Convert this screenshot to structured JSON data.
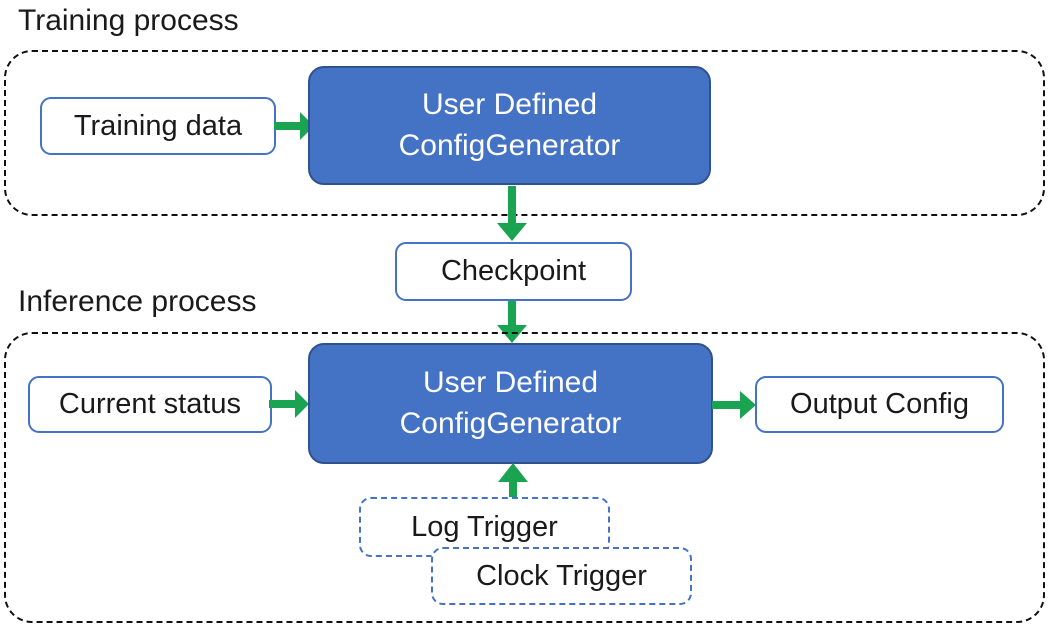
{
  "colors": {
    "accent-blue": "#4472C4",
    "accent-blue-dark": "#2F528F",
    "green": "#1AA350",
    "outline": "#111111",
    "text": "#1a1a1a"
  },
  "training_section": {
    "label": "Training process",
    "training_data_label": "Training data",
    "generator_line1": "User Defined",
    "generator_line2": "ConfigGenerator"
  },
  "checkpoint": {
    "label": "Checkpoint"
  },
  "inference_section": {
    "label": "Inference process",
    "current_status_label": "Current status",
    "generator_line1": "User Defined",
    "generator_line2": "ConfigGenerator",
    "output_config_label": "Output Config",
    "log_trigger_label": "Log Trigger",
    "clock_trigger_label": "Clock Trigger"
  }
}
